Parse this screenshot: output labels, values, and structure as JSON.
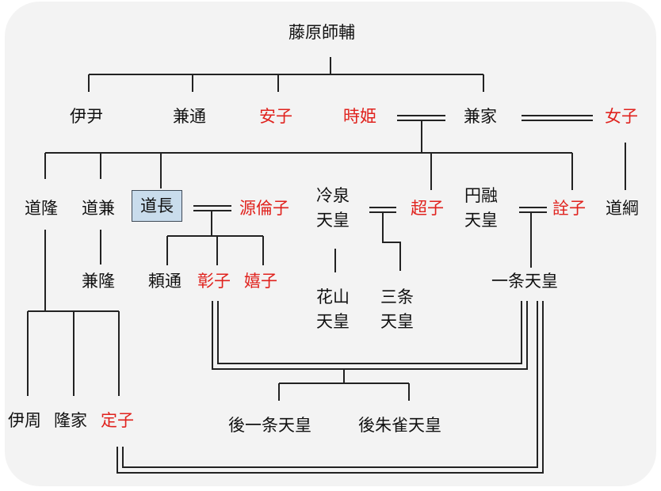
{
  "diagram": {
    "title": "Fujiwara family tree",
    "colors": {
      "female": "#e0221d",
      "male": "#111111",
      "highlight": "#c9dcec",
      "line": "#222222"
    },
    "people": {
      "moroske": "藤原師輔",
      "koretada": "伊尹",
      "kanemichi": "兼通",
      "anshi": "安子",
      "tokihime": "時姫",
      "kaneie": "兼家",
      "joshi": "女子",
      "michitaka": "道隆",
      "michikane": "道兼",
      "michinaga": "道長",
      "rinshi": "源倫子",
      "reizei": "冷泉天皇",
      "choshi": "超子",
      "enyu": "円融天皇",
      "senshi": "詮子",
      "michitsuna": "道綱",
      "kanetaka": "兼隆",
      "yorimichi": "頼通",
      "shoshi": "彰子",
      "kishi": "嬉子",
      "kazan": "花山天皇",
      "sanjo": "三条天皇",
      "ichijo": "一条天皇",
      "korechika": "伊周",
      "takaie": "隆家",
      "teishi": "定子",
      "goichijo": "後一条天皇",
      "gosuzaku": "後朱雀天皇"
    }
  }
}
